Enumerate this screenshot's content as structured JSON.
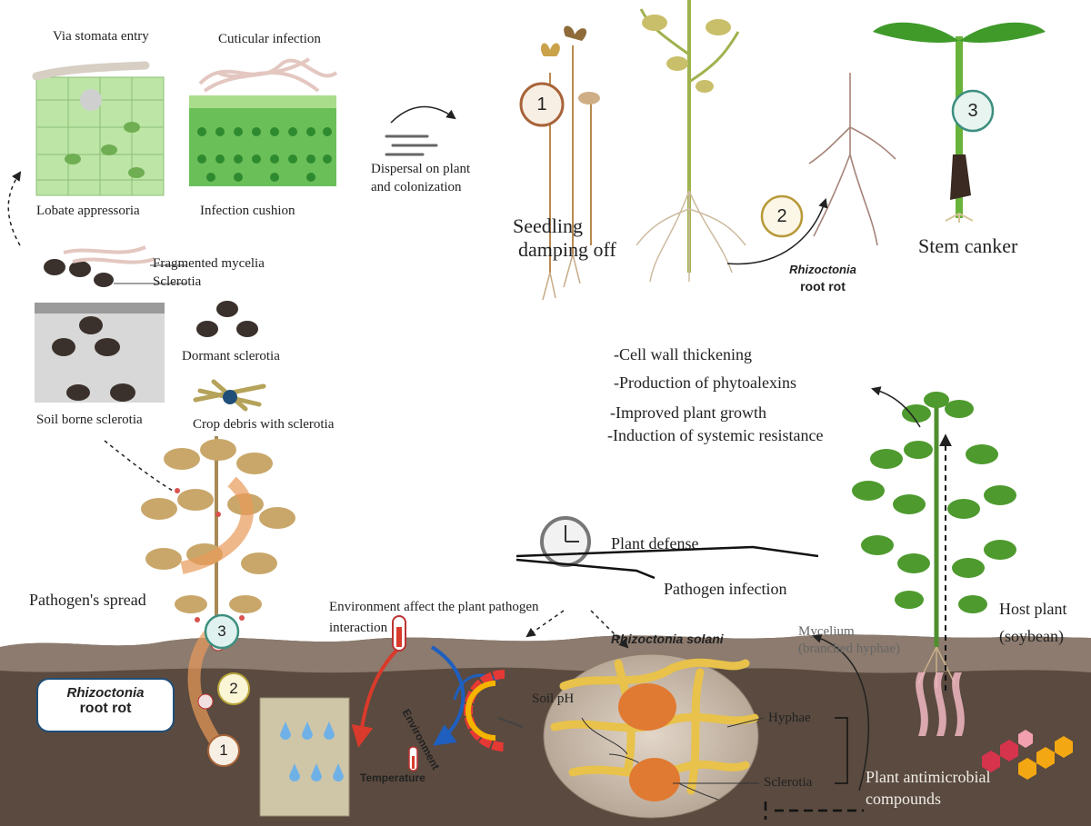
{
  "infection": {
    "via_stomata": "Via stomata entry",
    "cuticular": "Cuticular infection",
    "lobate": "Lobate appressoria",
    "cushion": "Infection cushion"
  },
  "dispersal": {
    "line1": "Dispersal on plant",
    "line2": "and colonization"
  },
  "symptoms": {
    "seedling_line1": "Seedling",
    "seedling_line2": "damping off",
    "root_rot_italic": "Rhizoctonia",
    "root_rot": "root rot",
    "stem_canker": "Stem  canker"
  },
  "numbers": {
    "one": "1",
    "two": "2",
    "three": "3"
  },
  "soil_stages": {
    "fragmented": "Fragmented mycelia",
    "sclerotia": "Sclerotia",
    "dormant": "Dormant sclerotia",
    "soil_borne": "Soil borne sclerotia",
    "crop_debris": "Crop debris with sclerotia"
  },
  "spread": {
    "label": "Pathogen's spread"
  },
  "root_rot_box": {
    "line1": "Rhizoctonia",
    "line2": "root rot"
  },
  "defense_list": [
    "-Cell wall thickening",
    "-Production of phytoalexins",
    "-Improved plant growth",
    "-Induction of systemic resistance"
  ],
  "balance": {
    "defense": "Plant  defense",
    "infection": "Pathogen infection"
  },
  "environment": {
    "title_line1": "Environment affect the plant pathogen",
    "title_line2": "interaction",
    "ring_label": "Environment",
    "soil_ph": "Soil pH",
    "temperature": "Temperature"
  },
  "pathogen": {
    "name": "Rhizoctonia solani",
    "mycelium_line1": "Mycelium",
    "mycelium_line2": "(branched hyphae)",
    "hyphae": "Hyphae",
    "sclerotia": "Sclerotia"
  },
  "host": {
    "line1": "Host plant",
    "line2": "(soybean)"
  },
  "antimicrobial": {
    "line1": "Plant antimicrobial",
    "line2": "compounds"
  },
  "colors": {
    "soil_dark": "#5a4a3f",
    "soil_top": "#8c7b6e",
    "leaf_green": "#4e9a2e",
    "dry_leaf": "#c9a76a",
    "leaf_tissue": "#bde5a6",
    "hypha": "#e8c24a",
    "sclerotium": "#e07a32",
    "accent_blue": "#1f4e79"
  }
}
